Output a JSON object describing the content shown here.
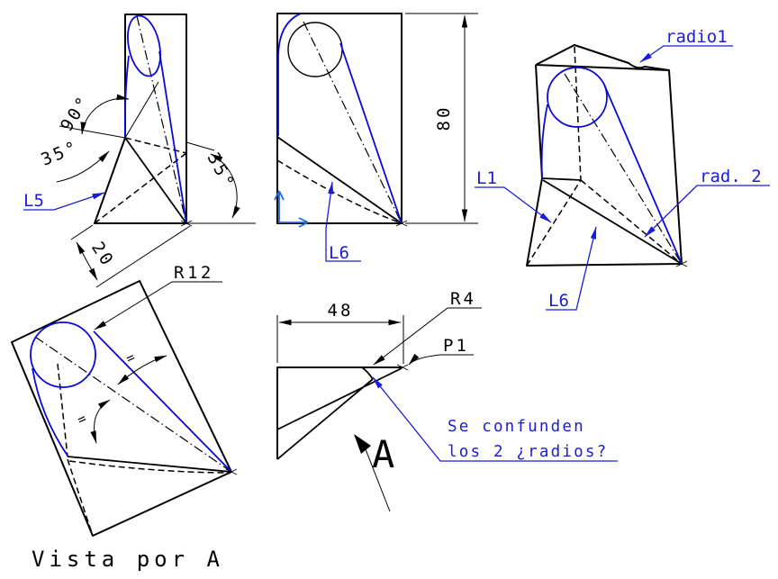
{
  "drawing": {
    "caption": "Vista por A",
    "colors": {
      "line_black": "#000000",
      "geometry_blue": "#0a0ad6",
      "label_blue": "#1c1cd6",
      "ucs_axis_blue": "#2468dc"
    },
    "side_view": {
      "angle_apex": "90°",
      "angle_left": "35°",
      "angle_right": "35°",
      "dim_base": "20",
      "edge_label": "L5"
    },
    "front_view": {
      "dim_height": "80",
      "edge_label": "L6"
    },
    "iso_view": {
      "radius_label_1": "radio1",
      "radius_label_2": "rad. 2",
      "edge_label_l1": "L1",
      "edge_label_l6": "L6"
    },
    "vista_a_view": {
      "radius_label": "R12",
      "equal_mark_1": "=",
      "equal_mark_2": "="
    },
    "detail_view": {
      "dim_width": "48",
      "radius_label": "R4",
      "point_label": "P1",
      "view_direction_label": "A",
      "note_line_1": "Se confunden",
      "note_line_2": "los 2 ¿radios?"
    }
  }
}
